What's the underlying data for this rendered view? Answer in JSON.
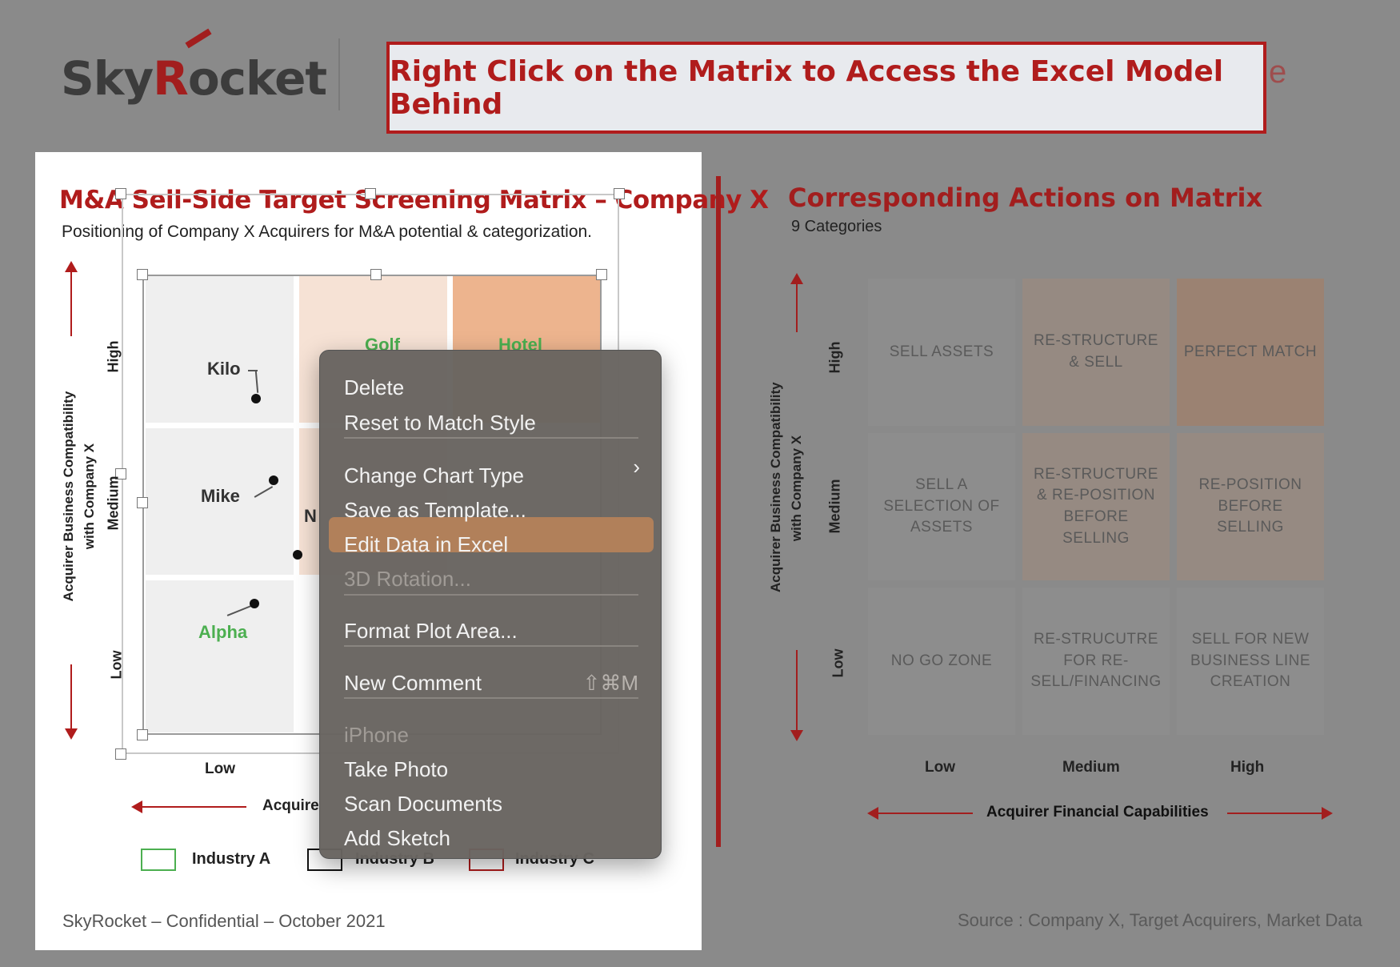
{
  "logo": {
    "text_pre": "Sky",
    "text_r": "R",
    "text_post": "ocket"
  },
  "banner": {
    "text": "Right Click on the Matrix to Access the Excel Model Behind",
    "peek": "e"
  },
  "left_slide": {
    "title": "M&A Sell-Side Target Screening Matrix – Company X",
    "subtitle": "Positioning of Company X Acquirers for M&A potential & categorization.",
    "y_axis_label_1": "Acquirer Business Compatibility",
    "y_axis_label_2": "with Company X",
    "y_ticks": [
      "High",
      "Medium",
      "Low"
    ],
    "x_tick_low": "Low",
    "x_axis_label": "Acquire",
    "points": [
      {
        "label": "Kilo"
      },
      {
        "label": "Mike"
      },
      {
        "label": "Alpha"
      },
      {
        "label": "Golf"
      },
      {
        "label": "Hotel"
      },
      {
        "label": "N"
      }
    ],
    "legend": [
      {
        "label": "Industry A",
        "color": "#4caf50"
      },
      {
        "label": "Industry B",
        "color": "#111111"
      },
      {
        "label": "Industry C",
        "color": "#b01c1c"
      }
    ],
    "footer": "SkyRocket – Confidential – October 2021"
  },
  "context_menu": {
    "items": {
      "delete": "Delete",
      "reset": "Reset to Match Style",
      "change_chart_type": "Change Chart Type",
      "save_template": "Save as Template...",
      "edit_data": "Edit Data in Excel",
      "rotation": "3D Rotation...",
      "format_plot": "Format Plot Area...",
      "new_comment": "New Comment",
      "new_comment_shortcut": "⇧⌘M",
      "iphone": "iPhone",
      "take_photo": "Take Photo",
      "scan_docs": "Scan Documents",
      "add_sketch": "Add Sketch"
    },
    "highlighted": "Edit Data in Excel"
  },
  "right_slide": {
    "title": "Corresponding Actions on Matrix",
    "subtitle": "9 Categories",
    "y_axis_label_1": "Acquirer  Business Compatibility",
    "y_axis_label_2": "with Company X",
    "y_ticks": [
      "High",
      "Medium",
      "Low"
    ],
    "x_ticks": [
      "Low",
      "Medium",
      "High"
    ],
    "x_axis_label": "Acquirer Financial Capabilities",
    "cells": {
      "high_low": "SELL ASSETS",
      "high_med": "RE-STRUCTURE & SELL",
      "high_high": "PERFECT MATCH",
      "med_low": "SELL A SELECTION OF ASSETS",
      "med_med": "RE-STRUCTURE & RE-POSITION BEFORE SELLING",
      "med_high": "RE-POSITION BEFORE SELLING",
      "low_low": "NO GO ZONE",
      "low_med": "RE-STRUCUTRE FOR RE-SELL/FINANCING",
      "low_high": "SELL FOR NEW BUSINESS LINE CREATION"
    },
    "source": "Source : Company X, Target Acquirers, Market Data"
  }
}
